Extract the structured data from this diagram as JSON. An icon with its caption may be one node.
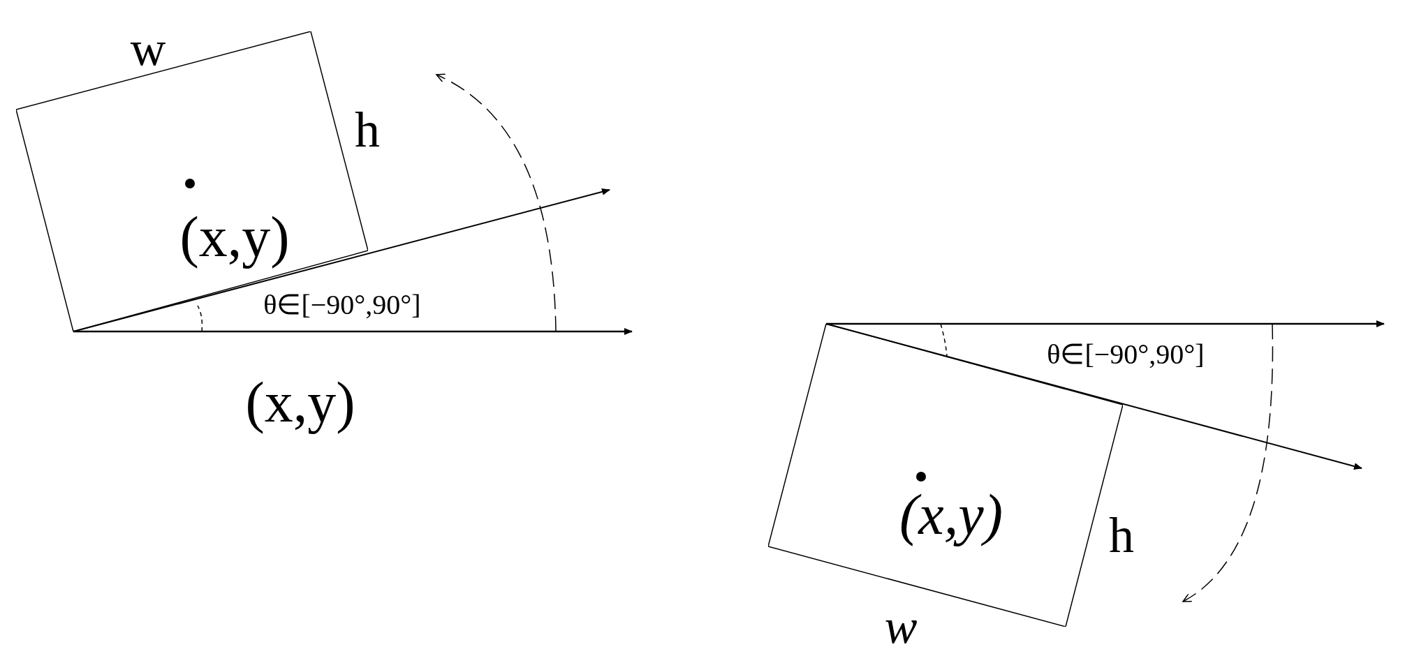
{
  "diagram": {
    "nodes": [
      {
        "text": [
          "(x,y)"
        ]
      },
      {
        "text": [
          "(x,y)"
        ]
      }
    ],
    "labels": [
      "w",
      "h",
      "θ∈[−90°,90°]",
      "(x,y)",
      "θ∈[−90°,90°]",
      "h",
      "w"
    ]
  }
}
